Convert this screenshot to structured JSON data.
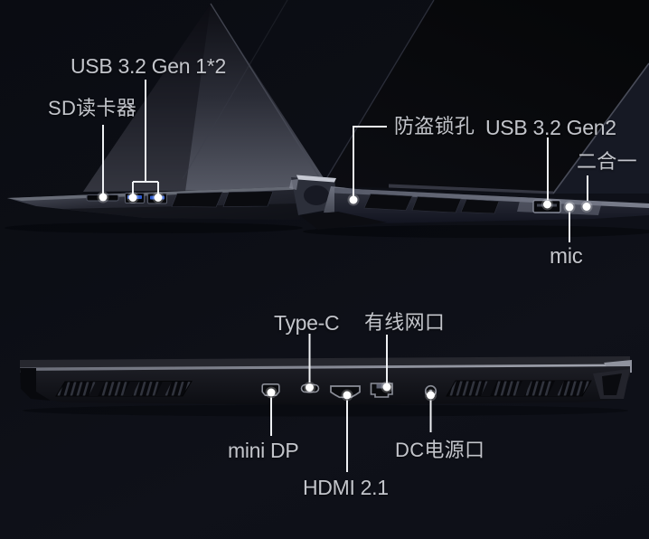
{
  "side_view": {
    "labels": {
      "usb_gen1": "USB 3.2 Gen 1*2",
      "sd_reader": "SD读卡器",
      "lock_slot": "防盗锁孔",
      "usb_gen2": "USB 3.2 Gen2",
      "two_in_one": "二合一",
      "mic": "mic"
    }
  },
  "rear_view": {
    "labels": {
      "type_c": "Type-C",
      "lan": "有线网口",
      "mini_dp": "mini DP",
      "hdmi": "HDMI 2.1",
      "dc_power": "DC电源口"
    }
  },
  "colors": {
    "background": "#0c0e15",
    "label_text": "#c3c5cb",
    "leader_line": "#eef0f3",
    "usb_port_blue": "#2d5bd1",
    "chassis_dark": "#14161d",
    "metal_edge": "#8b8e98"
  }
}
